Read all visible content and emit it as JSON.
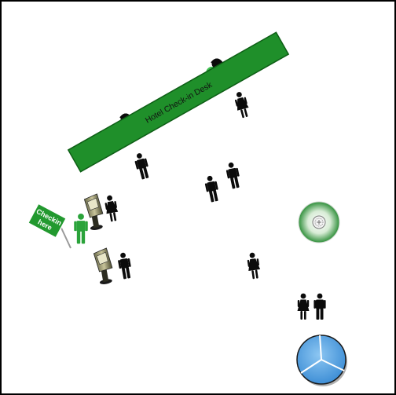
{
  "desk": {
    "label": "Hotel Check-in Desk"
  },
  "sign": {
    "line1": "Checkin",
    "line2": "here"
  },
  "colors": {
    "desk_green": "#1f8f2a",
    "attendant_green": "#29a23a",
    "person_black": "#0b0b0b",
    "kiosk_body": "#3a3a2a",
    "table_blue": "#5aa8e6"
  },
  "icons": [
    "desk-attendant-icon",
    "person-icon",
    "woman-icon",
    "kiosk-icon",
    "guide-person-icon",
    "wall-clock-icon",
    "round-table-icon"
  ]
}
